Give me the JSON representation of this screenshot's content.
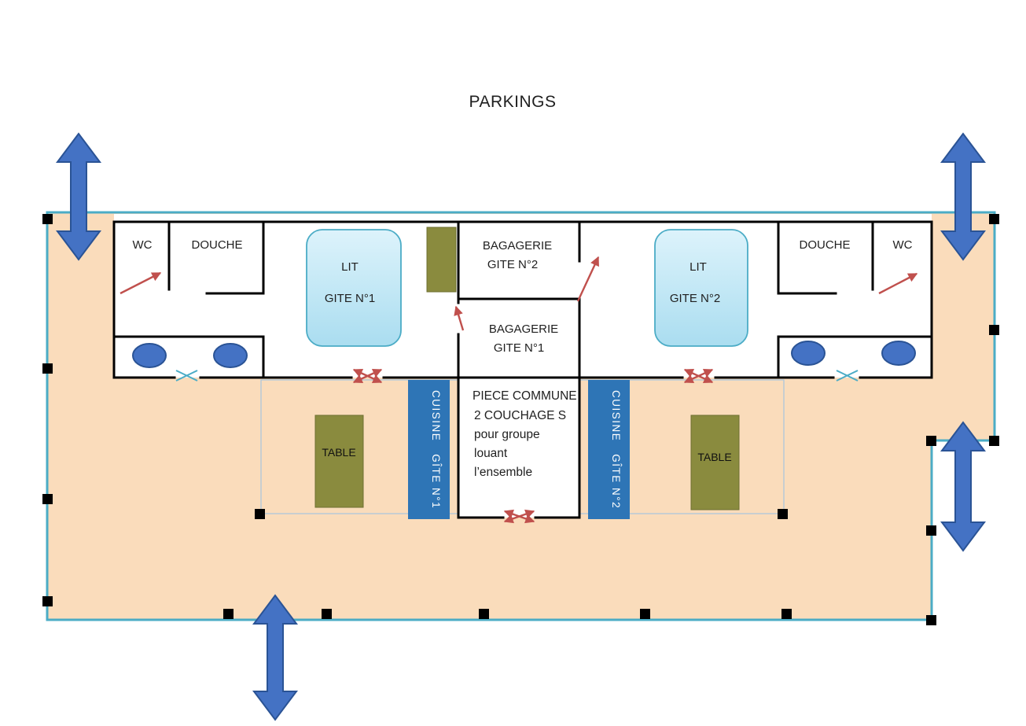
{
  "title": "PARKINGS",
  "colors": {
    "terrace_fill": "#FADCBB",
    "terrace_border": "#4BACC6",
    "wall": "#000000",
    "bed_fill": "#C9EAF7",
    "bed_border": "#4BACC6",
    "kitchen_fill": "#2E75B6",
    "kitchen_text": "#FFFFFF",
    "table_fill": "#8A8B3E",
    "blue_arrow_fill": "#4472C4",
    "blue_arrow_border": "#2A5395",
    "red_arrow": "#C0504D",
    "basin_fill": "#4472C4",
    "post": "#000000",
    "subarea_border": "#A6C4DE"
  },
  "gite1": {
    "wc": "WC",
    "douche": "DOUCHE",
    "lit_line1": "LIT",
    "lit_line2": "GITE N°1",
    "kitchen_word1": "CUISINE",
    "kitchen_word2": "GÎTE N°1",
    "table": "TABLE"
  },
  "gite2": {
    "wc": "WC",
    "douche": "DOUCHE",
    "lit_line1": "LIT",
    "lit_line2": "GITE N°2",
    "kitchen_word1": "CUISINE",
    "kitchen_word2": "GÎTE N°2",
    "table": "TABLE"
  },
  "bagagerie_gite2": {
    "line1": "BAGAGERIE",
    "line2": "GITE N°2"
  },
  "bagagerie_gite1": {
    "line1": "BAGAGERIE",
    "line2": "GITE N°1"
  },
  "piece_commune": {
    "lines": [
      "PIECE COMMUNE",
      "2 COUCHAGE S",
      "pour groupe",
      "louant",
      "l’ensemble"
    ]
  }
}
